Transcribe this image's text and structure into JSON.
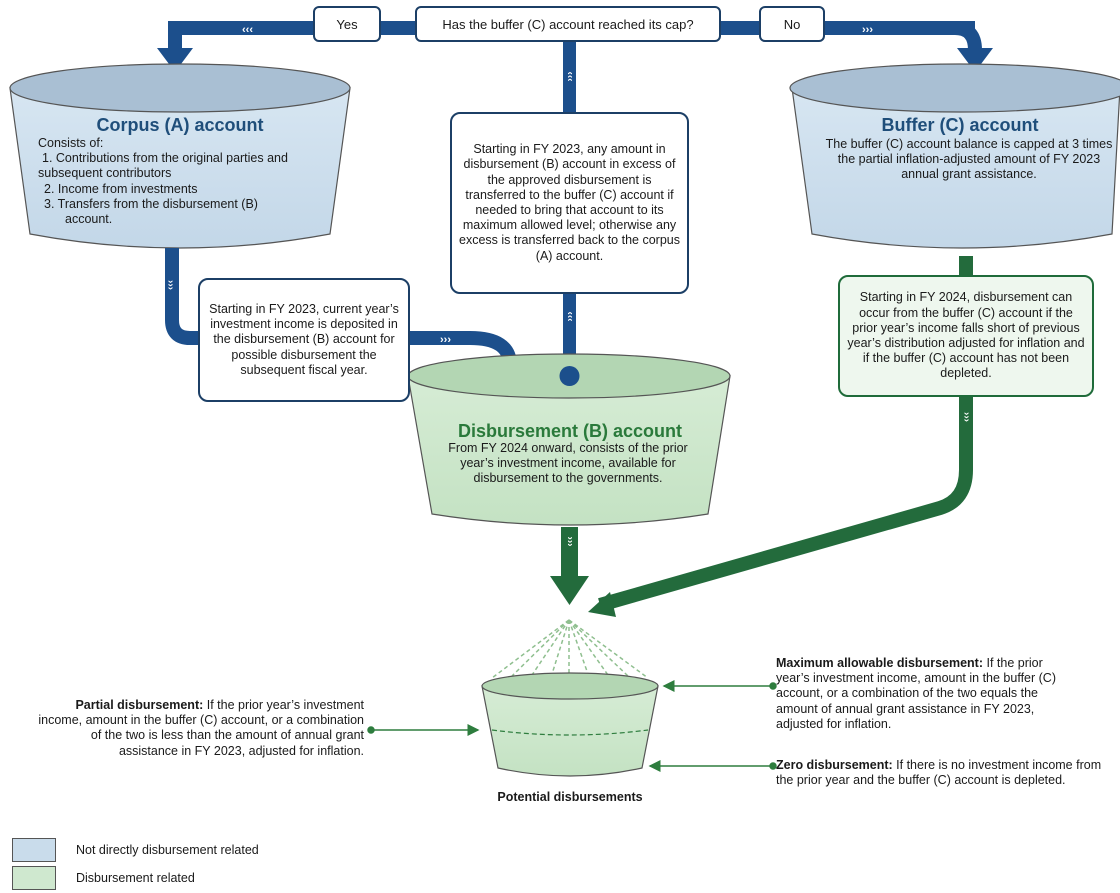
{
  "colors": {
    "blue_dark": "#1c4f8c",
    "blue_fill": "#c9dceb",
    "green_dark": "#236b3c",
    "green_fill": "#cfe8cf",
    "title_blue": "#1f4e7a",
    "title_green": "#2a7a3b"
  },
  "question": {
    "text": "Has the buffer (C) account reached its cap?",
    "yes": "Yes",
    "no": "No"
  },
  "corpus": {
    "title": "Corpus (A) account",
    "intro": "Consists of:",
    "items": [
      "1. Contributions from the original parties and",
      "subsequent contributors",
      "2. Income from investments",
      "3. Transfers from the disbursement (B)",
      "account."
    ]
  },
  "buffer": {
    "title": "Buffer (C) account",
    "body": "The buffer (C) account balance is capped at 3 times the partial inflation-adjusted amount of FY 2023 annual grant assistance."
  },
  "disbursement": {
    "title": "Disbursement (B) account",
    "body": "From FY 2024 onward, consists of the prior year’s investment income, available for disbursement to the governments."
  },
  "notes": {
    "center": "Starting in FY 2023, any amount in disbursement (B) account in excess of the approved disbursement is transferred to the buffer (C) account if needed to bring that account to its maximum allowed level; otherwise any excess is transferred back to the corpus (A) account.",
    "left": "Starting in FY 2023, current year’s investment income is deposited in the disbursement (B) account for possible disbursement the subsequent fiscal year.",
    "right": "Starting in FY 2024, disbursement can occur from the buffer (C) account if the prior year’s income falls short of previous year’s distribution adjusted for inflation and if the buffer (C) account has not been depleted."
  },
  "outcomes": {
    "bucket_label": "Potential disbursements",
    "partial_bold": "Partial disbursement:",
    "partial_text": " If the prior year’s investment income, amount in the buffer (C) account, or a combination of the two is less than the amount of annual grant assistance in FY 2023, adjusted for inflation.",
    "max_bold": "Maximum allowable disbursement:",
    "max_text": " If the prior year’s investment income, amount in the buffer (C) account, or a combination of the two equals the amount of annual grant assistance in FY 2023, adjusted for inflation.",
    "zero_bold": "Zero disbursement:",
    "zero_text": " If there is no investment income from the prior year and the buffer (C) account is depleted."
  },
  "legend": {
    "not_related": "Not directly disbursement related",
    "related": "Disbursement related"
  }
}
